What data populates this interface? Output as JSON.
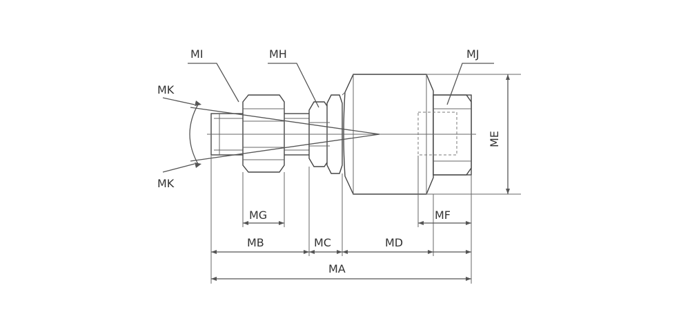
{
  "labels": {
    "mi": "MI",
    "mh": "MH",
    "mj": "MJ",
    "mk_top": "MK",
    "mk_bottom": "MK",
    "me": "ME",
    "mg": "MG",
    "mf": "MF",
    "mb": "MB",
    "mc": "MC",
    "md": "MD",
    "ma": "MA"
  }
}
